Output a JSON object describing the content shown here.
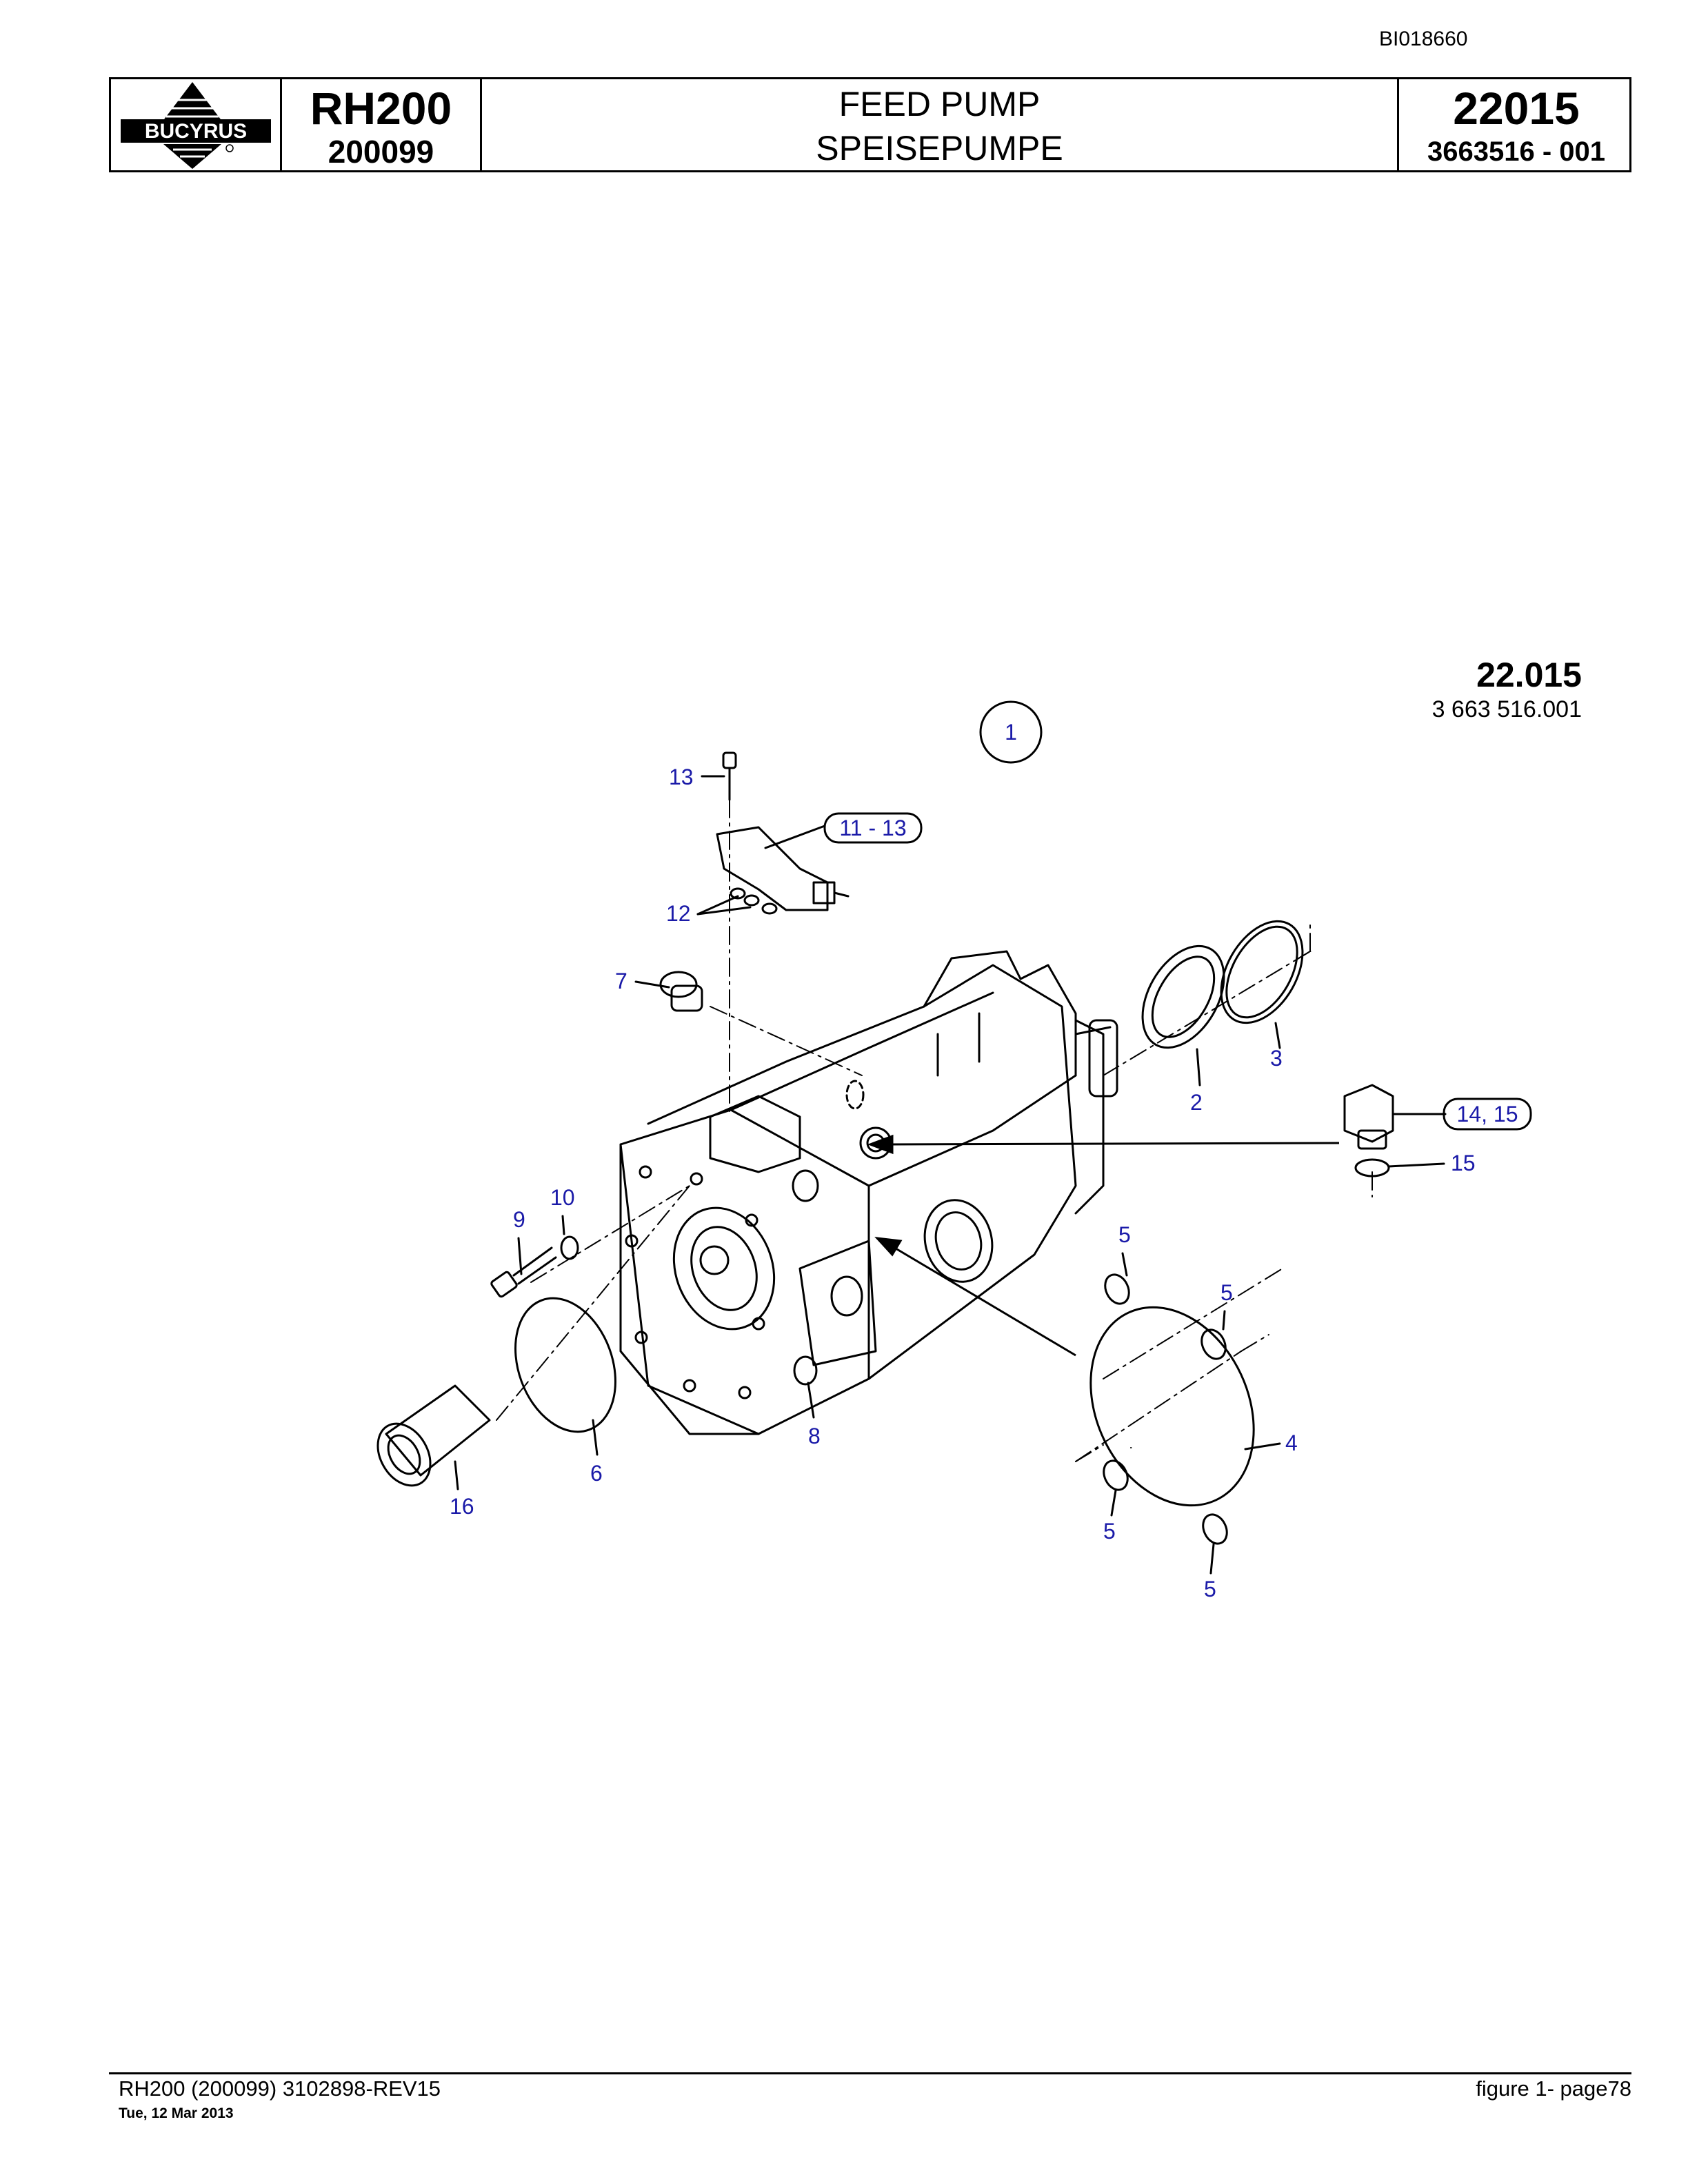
{
  "doc_id": "BI018660",
  "header": {
    "logo_text": "BUCYRUS",
    "model": "RH200",
    "serial": "200099",
    "title_en": "FEED PUMP",
    "title_de": "SPEISEPUMPE",
    "group": "22015",
    "part_no": "3663516  - 001"
  },
  "drawing": {
    "ref_title": "22.015",
    "ref_number": "3 663 516.001",
    "callouts": {
      "c1": "1",
      "c2": "2",
      "c3": "3",
      "c4": "4",
      "c5a": "5",
      "c5b": "5",
      "c5c": "5",
      "c5d": "5",
      "c6": "6",
      "c7": "7",
      "c8": "8",
      "c9": "9",
      "c10": "10",
      "c11_13": "11  -  13",
      "c12": "12",
      "c13": "13",
      "c14_15": "14,  15",
      "c15": "15",
      "c16": "16"
    }
  },
  "footer": {
    "left": "RH200 (200099) 3102898-REV15",
    "date": "Tue, 12 Mar 2013",
    "right": "figure  1- page78"
  }
}
